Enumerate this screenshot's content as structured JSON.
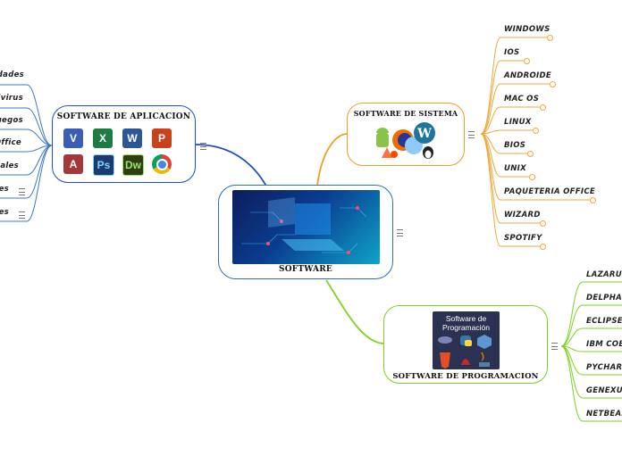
{
  "central": {
    "title": "SOFTWARE"
  },
  "aplicacion": {
    "title": "SOFTWARE DE APLICACION",
    "leaves": [
      "ividades",
      "tivirus",
      "Juegos",
      "Office",
      "ociales",
      "res",
      "res"
    ]
  },
  "sistema": {
    "title": "SOFTWARE DE SISTEMA",
    "leaves": [
      "WINDOWS",
      "IOS",
      "ANDROIDE",
      "MAC OS",
      "LINUX",
      "BIOS",
      "UNIX",
      "PAQUETERIA OFFICE",
      "WIZARD",
      "SPOTIFY"
    ]
  },
  "programacion": {
    "title": "SOFTWARE DE PROGRAMACION",
    "image_title": "Software de Programación",
    "leaves": [
      "LAZARUS",
      "DELPHA",
      "ECLIPSE",
      "IBM COBO",
      "PYCHARM",
      "GENEXUS",
      "NETBEANS"
    ]
  },
  "app_icons": [
    {
      "name": "visio-icon",
      "glyph": "V",
      "color": "#3a5db5"
    },
    {
      "name": "excel-icon",
      "glyph": "X",
      "color": "#1f7a45"
    },
    {
      "name": "word-icon",
      "glyph": "W",
      "color": "#2b5797"
    },
    {
      "name": "powerpoint-icon",
      "glyph": "P",
      "color": "#c8421c"
    },
    {
      "name": "access-icon",
      "glyph": "A",
      "color": "#a4373a"
    },
    {
      "name": "photoshop-icon",
      "glyph": "Ps",
      "color": "#1c3a6e"
    },
    {
      "name": "dreamweaver-icon",
      "glyph": "Dw",
      "color": "#2d3f12"
    },
    {
      "name": "chrome-icon",
      "glyph": "",
      "color": "#db4437"
    }
  ],
  "colors": {
    "central": "#2a6fb8",
    "aplicacion": "#1f4fbd",
    "sistema": "#f0a020",
    "programacion": "#7ed321"
  }
}
